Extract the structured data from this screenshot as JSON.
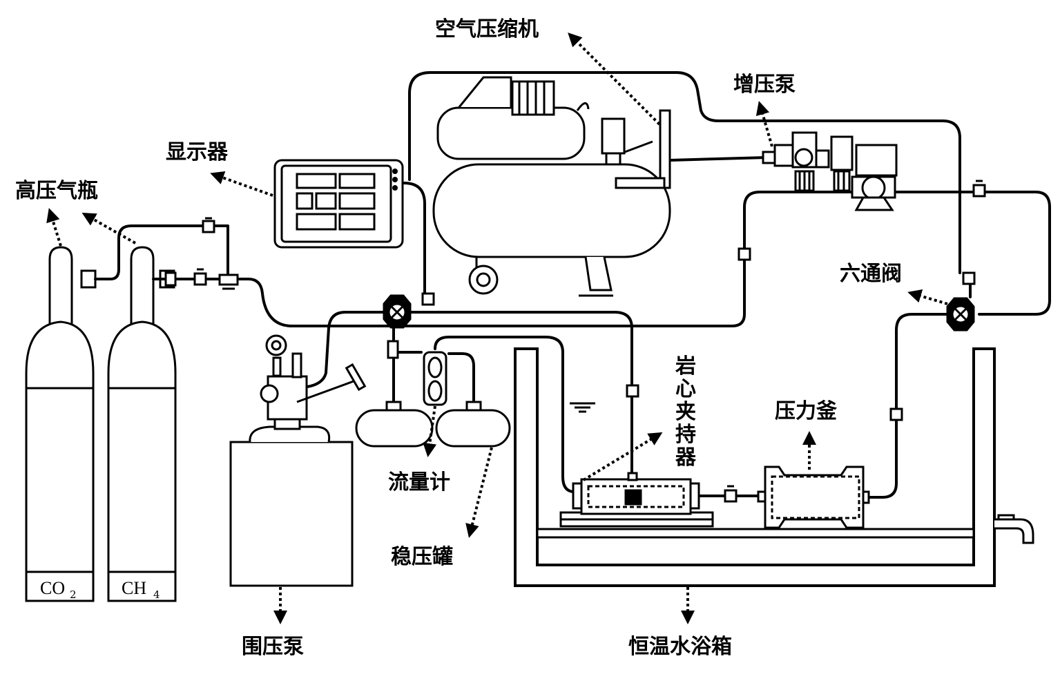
{
  "colors": {
    "stroke": "#000000",
    "background": "#ffffff"
  },
  "labels": {
    "air_compressor": "空气压缩机",
    "booster_pump": "增压泵",
    "display": "显示器",
    "gas_cylinder": "高压气瓶",
    "six_way_valve": "六通阀",
    "core_holder": "岩心夹持器",
    "pressure_vessel": "压力釜",
    "flowmeter": "流量计",
    "buffer_tank": "稳压罐",
    "confining_pump": "围压泵",
    "water_bath": "恒温水浴箱"
  },
  "cylinders": [
    {
      "formula": "CO",
      "subscript": "2"
    },
    {
      "formula": "CH",
      "subscript": "4"
    }
  ]
}
